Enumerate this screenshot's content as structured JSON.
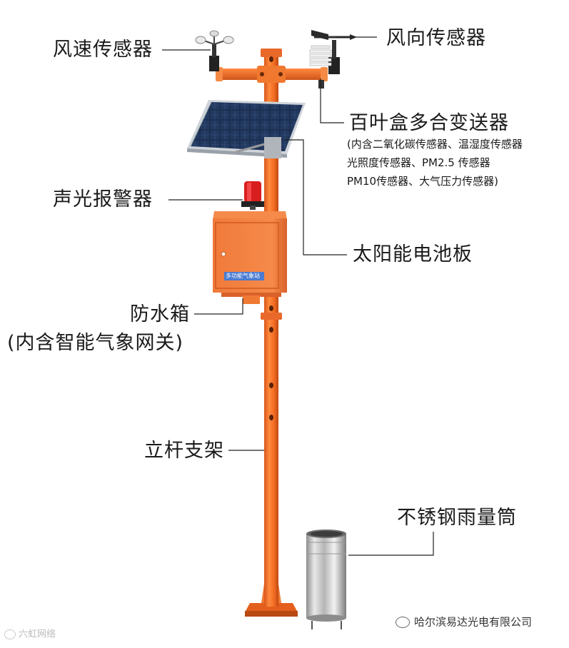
{
  "labels": {
    "wind_speed": "风速传感器",
    "wind_direction": "风向传感器",
    "louver_box": "百叶盒多合变送器",
    "louver_box_detail_1": "(内含二氧化碳传感器、温湿度传感器",
    "louver_box_detail_2": "光照度传感器、PM2.5 传感器",
    "louver_box_detail_3": "PM10传感器、大气压力传感器)",
    "alarm": "声光报警器",
    "solar_panel": "太阳能电池板",
    "waterproof_box": "防水箱",
    "waterproof_box_detail": "(内含智能气象网关)",
    "pole": "立杆支架",
    "rain_gauge": "不锈钢雨量筒"
  },
  "box_plate": "多功能气象站",
  "watermark": {
    "company": "哈尔滨易达光电有限公司",
    "bottom_left": "六虹网络"
  },
  "colors": {
    "pole": "#f26b22",
    "pole_shade": "#c9501a",
    "solar": "#1b2a4a",
    "leader": "#222222"
  }
}
